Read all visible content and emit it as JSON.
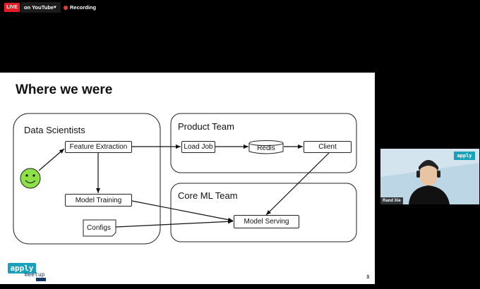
{
  "topbar": {
    "live_label": "LIVE",
    "stream_label": "on YouTube",
    "recording_label": "Recording"
  },
  "slide": {
    "title": "Where we were",
    "page_number": "3",
    "panels": {
      "data_scientists": "Data Scientists",
      "product_team": "Product Team",
      "core_ml_team": "Core ML Team"
    },
    "boxes": {
      "feature_extraction": "Feature Extraction",
      "model_training": "Model Training",
      "configs": "Configs",
      "load_job": "Load Job",
      "redis": "Redis",
      "client": "Client",
      "model_serving": "Model Serving"
    },
    "logo": {
      "apply": "apply",
      "meetup": "meetup"
    }
  },
  "webcam": {
    "participant_name": "Rand Xie",
    "bg_logo": "apply"
  },
  "colors": {
    "live_red": "#e51c23",
    "smiley": "#8de046",
    "brand_teal": "#1aa0b8"
  }
}
